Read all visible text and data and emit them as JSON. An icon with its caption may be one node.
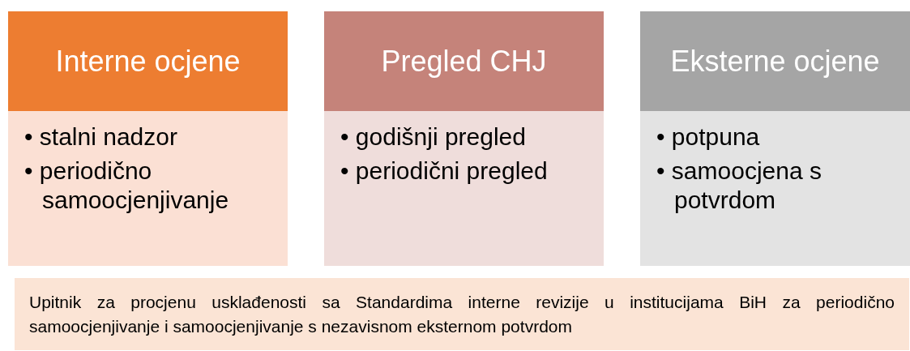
{
  "diagram": {
    "nodes": [
      {
        "text": [
          "Interne ocjene"
        ]
      },
      {
        "text": [
          "• stalni nadzor",
          "• periodično samoocjenjivanje"
        ]
      },
      {
        "text": [
          "Pregled CHJ"
        ]
      },
      {
        "text": [
          "• godišnji pregled",
          "• periodični pregled"
        ]
      },
      {
        "text": [
          "Eksterne ocjene"
        ]
      },
      {
        "text": [
          "• potpuna",
          "• samoocjena s potvrdom"
        ]
      },
      {
        "text": [
          "Upitnik za procjenu usklađenosti sa Standardima interne revizije u institucijama BiH za periodično samoocjenjivanje i samoocjenjivanje s nezavisnom eksternom potvrdom"
        ]
      }
    ],
    "edges": []
  }
}
